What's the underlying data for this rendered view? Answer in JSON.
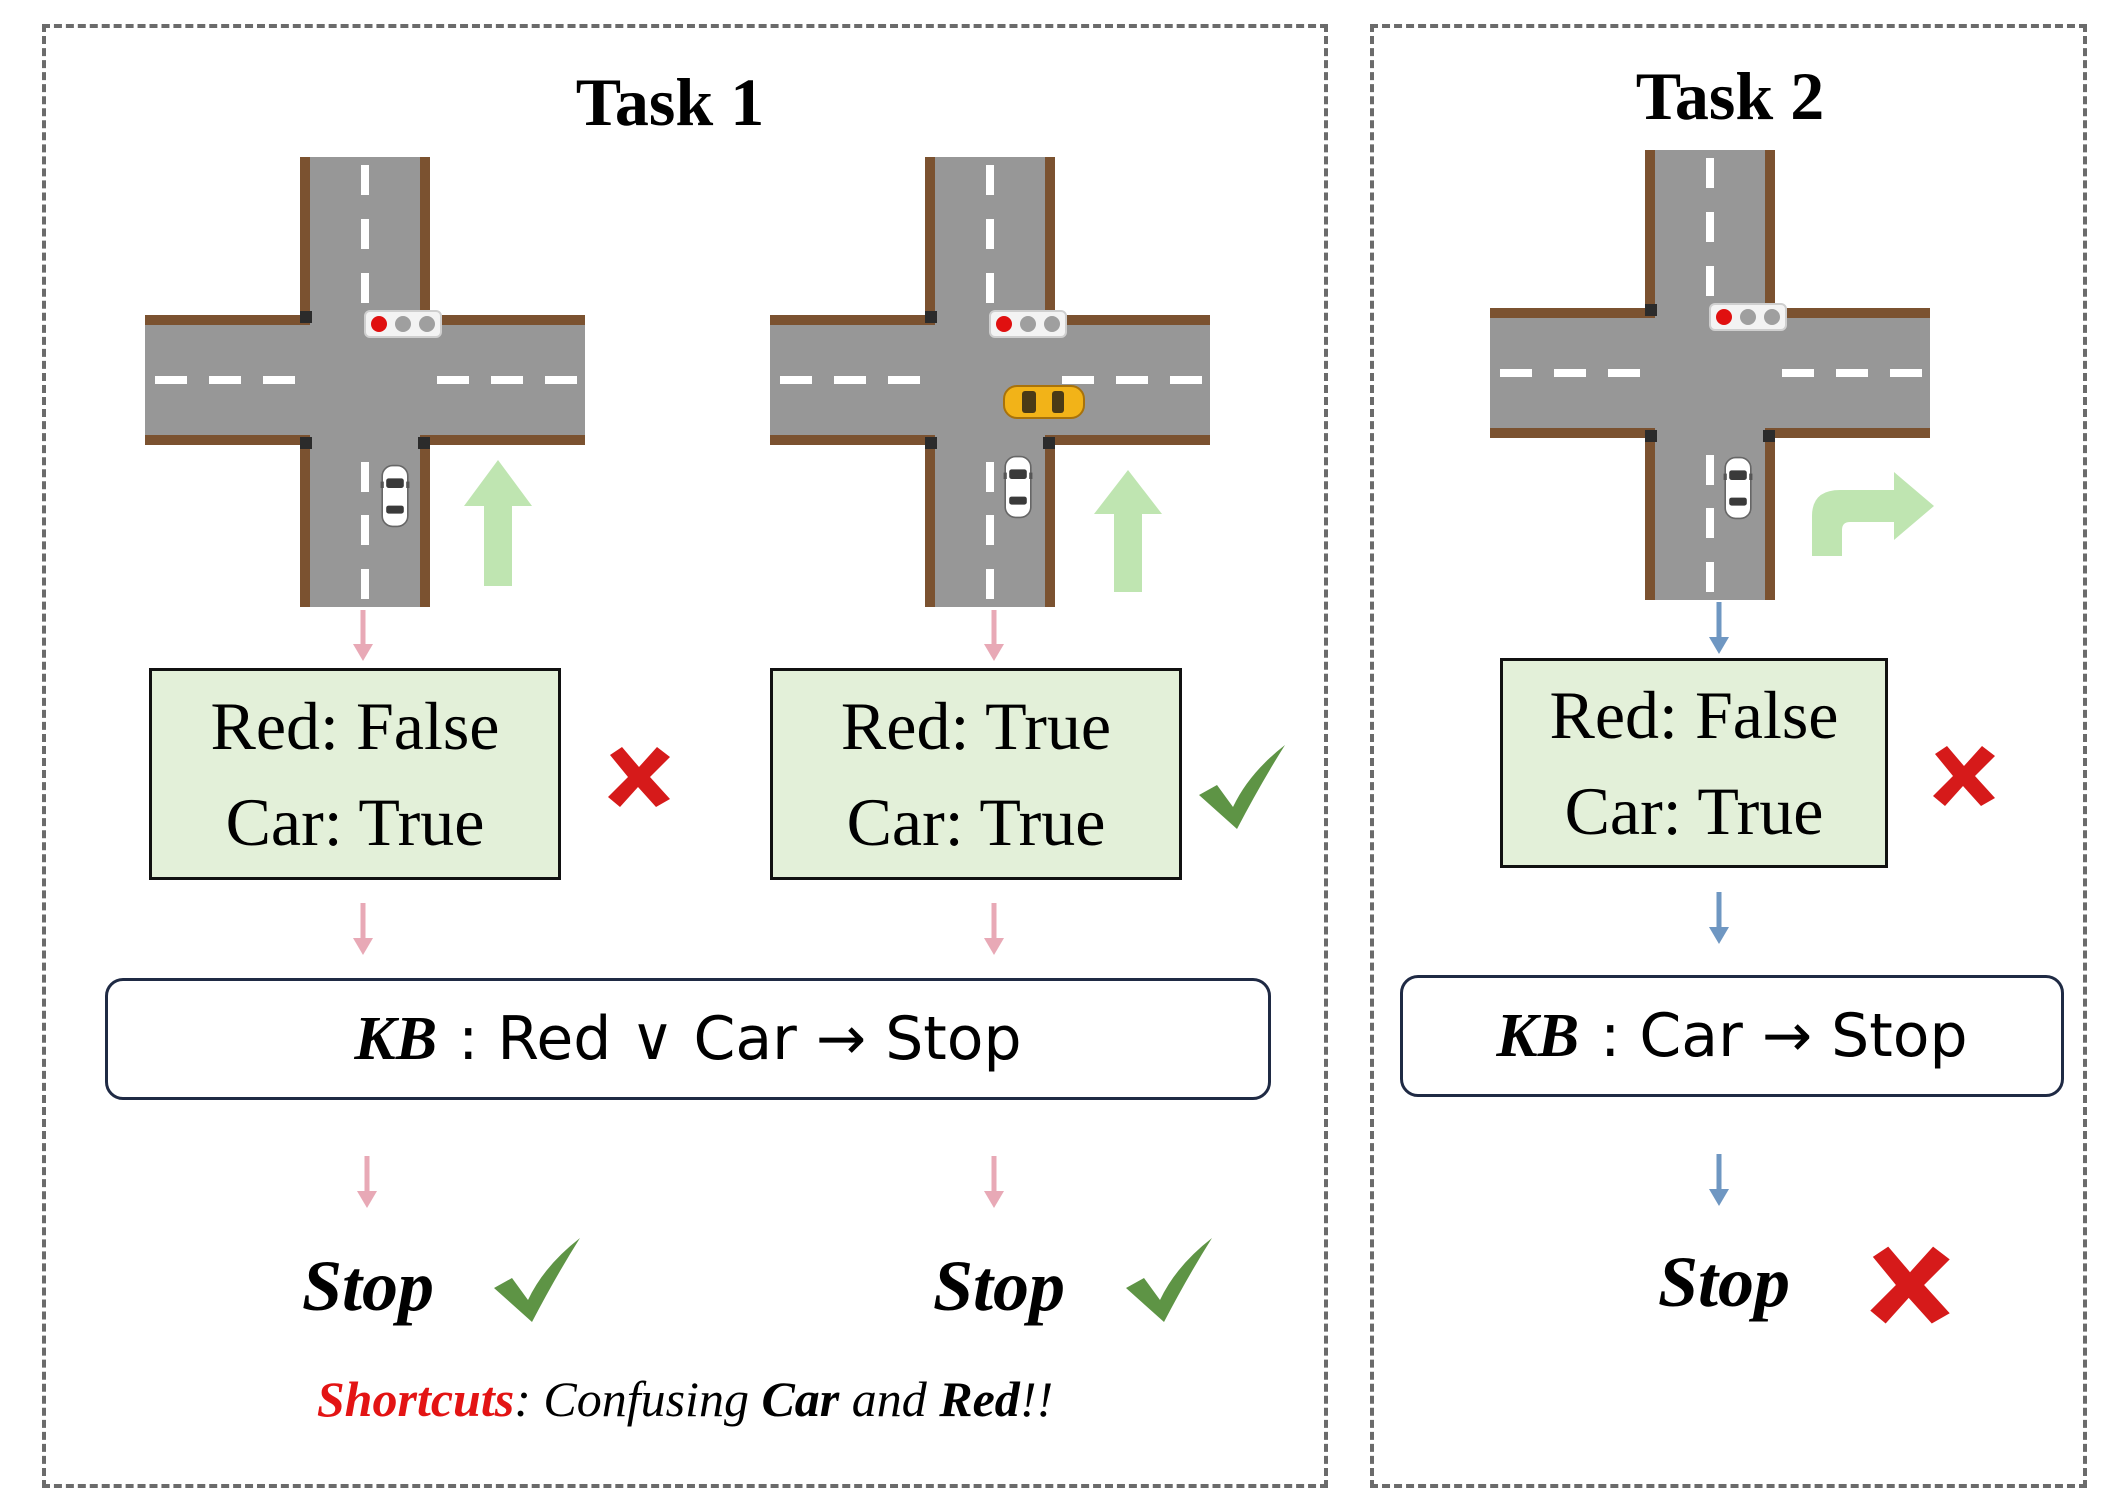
{
  "task1": {
    "title": "Task 1",
    "examples": [
      {
        "state_lines": [
          "Red: False",
          "Car: True"
        ],
        "state_verdict": "wrong",
        "result": "Stop",
        "result_verdict": "correct"
      },
      {
        "state_lines": [
          "Red: True",
          "Car: True"
        ],
        "state_verdict": "correct",
        "result": "Stop",
        "result_verdict": "correct"
      }
    ],
    "kb_label": "KB",
    "kb_rule": ": Red ∨ Car → Stop",
    "note": {
      "shortcut_word": "Shortcuts",
      "text_before": ": Confusing ",
      "term_a": "Car",
      "text_middle": " and ",
      "term_b": "Red",
      "text_after": "!!"
    }
  },
  "task2": {
    "title": "Task 2",
    "state_lines": [
      "Red: False",
      "Car: True"
    ],
    "state_verdict": "wrong",
    "kb_label": "KB",
    "kb_rule": ": Car → Stop",
    "result": "Stop",
    "result_verdict": "wrong"
  },
  "colors": {
    "state_box_fill": "#e3f0d9",
    "correct_check": "#5e9445",
    "wrong_cross": "#d61a1a",
    "task1_flow_arrow": "#e8a9b6",
    "task2_flow_arrow": "#6f97c2",
    "direction_arrow": "#bfe5b1",
    "shortcut_highlight": "#e31414"
  },
  "icons": {
    "scene": "intersection-scene",
    "correct": "check-icon",
    "wrong": "cross-icon",
    "straight": "straight-arrow-icon",
    "turn_right": "turn-right-arrow-icon"
  }
}
